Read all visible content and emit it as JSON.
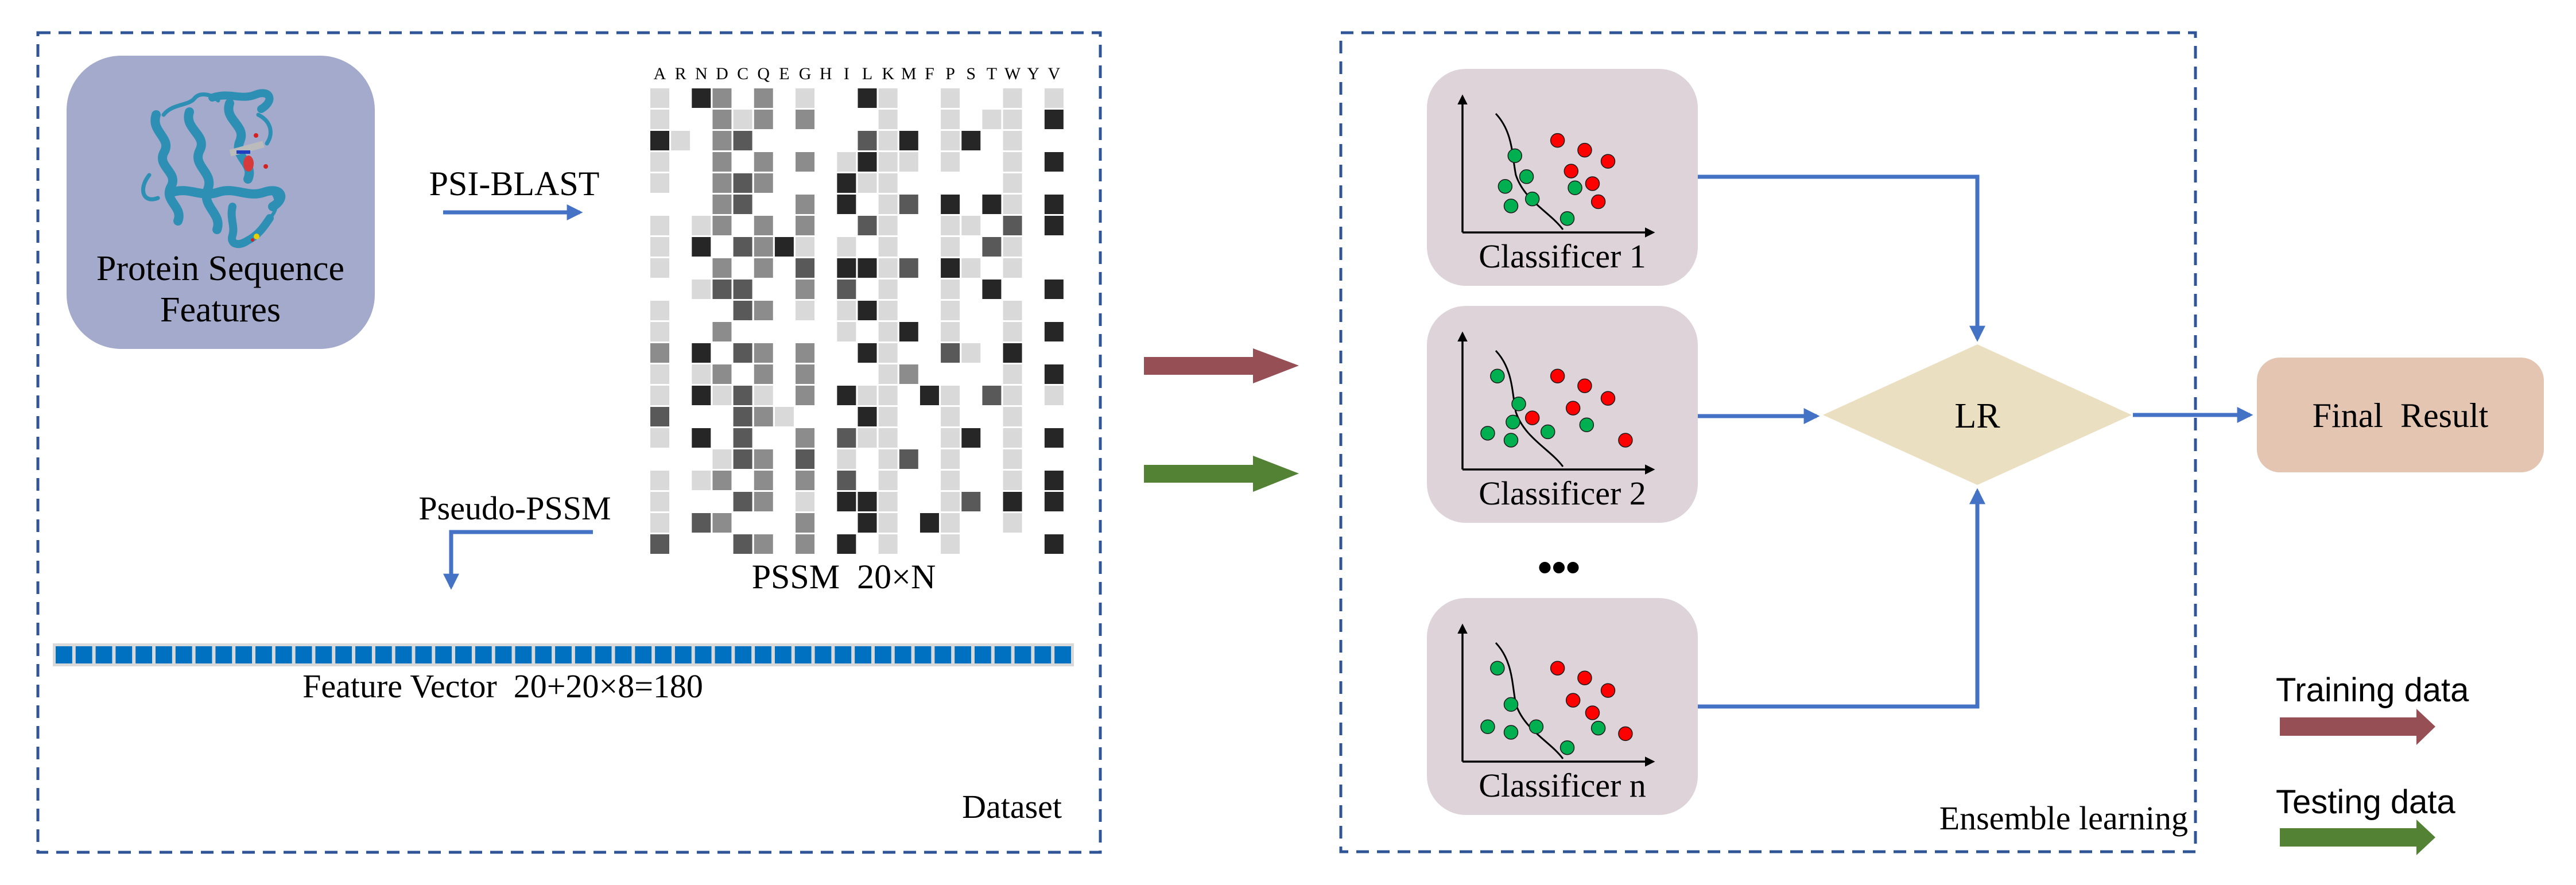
{
  "figure": {
    "sections": {
      "dataset": {
        "label": "Dataset"
      },
      "ensemble": {
        "label": "Ensemble learning"
      }
    },
    "protein_box": {
      "line1": "Protein Sequence",
      "line2": "Features",
      "image": "protein-ribbon-structure"
    },
    "psi_blast": {
      "label": "PSI-BLAST"
    },
    "pssm": {
      "label": "PSSM  20×N",
      "amino_acids": [
        "A",
        "R",
        "N",
        "D",
        "C",
        "Q",
        "E",
        "G",
        "H",
        "I",
        "L",
        "K",
        "M",
        "F",
        "P",
        "S",
        "T",
        "W",
        "Y",
        "V"
      ],
      "shade_levels": [
        "#ffffff",
        "#d9d9d9",
        "#8c8c8c",
        "#595959",
        "#262626"
      ],
      "grid": [
        [
          1,
          0,
          4,
          2,
          0,
          2,
          0,
          1,
          0,
          0,
          4,
          1,
          0,
          0,
          1,
          0,
          0,
          1,
          0,
          1
        ],
        [
          1,
          0,
          0,
          2,
          1,
          2,
          0,
          2,
          0,
          0,
          0,
          1,
          0,
          0,
          1,
          0,
          1,
          1,
          0,
          4
        ],
        [
          4,
          1,
          0,
          2,
          3,
          0,
          0,
          0,
          0,
          0,
          3,
          1,
          4,
          0,
          1,
          4,
          0,
          1,
          0,
          0
        ],
        [
          1,
          0,
          0,
          2,
          0,
          2,
          0,
          2,
          0,
          1,
          4,
          1,
          1,
          0,
          1,
          0,
          0,
          1,
          0,
          4
        ],
        [
          1,
          0,
          0,
          2,
          3,
          2,
          0,
          0,
          0,
          4,
          1,
          1,
          0,
          0,
          0,
          0,
          0,
          1,
          0,
          0
        ],
        [
          0,
          0,
          0,
          2,
          3,
          0,
          0,
          2,
          0,
          4,
          0,
          1,
          3,
          0,
          4,
          0,
          4,
          1,
          0,
          4
        ],
        [
          1,
          0,
          1,
          2,
          0,
          2,
          0,
          2,
          0,
          0,
          3,
          1,
          0,
          0,
          1,
          1,
          0,
          3,
          0,
          4
        ],
        [
          1,
          0,
          4,
          0,
          3,
          2,
          4,
          1,
          0,
          1,
          0,
          1,
          0,
          0,
          1,
          0,
          3,
          1,
          0,
          0
        ],
        [
          1,
          0,
          0,
          2,
          0,
          2,
          0,
          3,
          0,
          4,
          4,
          1,
          3,
          0,
          4,
          1,
          0,
          1,
          0,
          0
        ],
        [
          0,
          0,
          1,
          3,
          3,
          0,
          0,
          2,
          0,
          3,
          0,
          1,
          0,
          0,
          1,
          0,
          4,
          0,
          0,
          4
        ],
        [
          1,
          0,
          0,
          0,
          3,
          2,
          0,
          1,
          0,
          1,
          4,
          1,
          0,
          0,
          1,
          0,
          0,
          1,
          0,
          0
        ],
        [
          1,
          0,
          0,
          2,
          0,
          0,
          0,
          0,
          0,
          1,
          0,
          1,
          4,
          0,
          1,
          0,
          0,
          1,
          0,
          4
        ],
        [
          2,
          0,
          4,
          0,
          3,
          2,
          0,
          2,
          0,
          0,
          4,
          1,
          0,
          0,
          3,
          1,
          0,
          4,
          0,
          0
        ],
        [
          1,
          0,
          1,
          2,
          0,
          2,
          0,
          2,
          0,
          0,
          0,
          1,
          2,
          0,
          0,
          0,
          0,
          1,
          0,
          4
        ],
        [
          1,
          0,
          4,
          1,
          3,
          1,
          0,
          2,
          0,
          4,
          1,
          1,
          0,
          4,
          1,
          0,
          3,
          1,
          0,
          1
        ],
        [
          3,
          0,
          0,
          0,
          3,
          2,
          1,
          0,
          0,
          0,
          4,
          1,
          0,
          0,
          1,
          0,
          0,
          1,
          0,
          0
        ],
        [
          1,
          0,
          4,
          0,
          3,
          0,
          0,
          2,
          0,
          3,
          1,
          1,
          0,
          0,
          1,
          4,
          0,
          1,
          0,
          4
        ],
        [
          0,
          0,
          0,
          1,
          3,
          2,
          0,
          3,
          0,
          1,
          0,
          1,
          3,
          0,
          1,
          0,
          0,
          1,
          0,
          0
        ],
        [
          1,
          0,
          1,
          2,
          0,
          2,
          0,
          2,
          0,
          3,
          0,
          1,
          0,
          0,
          1,
          0,
          0,
          1,
          0,
          4
        ],
        [
          1,
          0,
          0,
          0,
          3,
          2,
          0,
          1,
          0,
          4,
          4,
          1,
          0,
          0,
          1,
          3,
          0,
          4,
          0,
          4
        ],
        [
          1,
          0,
          3,
          2,
          0,
          0,
          0,
          2,
          0,
          0,
          4,
          1,
          0,
          4,
          1,
          0,
          0,
          1,
          0,
          0
        ],
        [
          3,
          0,
          0,
          0,
          3,
          2,
          0,
          2,
          0,
          4,
          0,
          1,
          0,
          0,
          1,
          0,
          0,
          0,
          0,
          4
        ]
      ]
    },
    "pseudo_pssm": {
      "label": "Pseudo-PSSM"
    },
    "feature_vector": {
      "label": "Feature Vector  20+20×8=180",
      "segments": 51,
      "segment_color": "#0070c0",
      "track_color": "#d9d9d9"
    },
    "data_arrows": {
      "training_color": "#954f55",
      "testing_color": "#548235"
    },
    "classifiers": [
      {
        "label": "Classificer 1",
        "points": [
          {
            "c": "g",
            "x": 0.27,
            "y": 0.55
          },
          {
            "c": "g",
            "x": 0.33,
            "y": 0.4
          },
          {
            "c": "g",
            "x": 0.22,
            "y": 0.33
          },
          {
            "c": "g",
            "x": 0.36,
            "y": 0.24
          },
          {
            "c": "g",
            "x": 0.25,
            "y": 0.19
          },
          {
            "c": "g",
            "x": 0.58,
            "y": 0.32
          },
          {
            "c": "g",
            "x": 0.54,
            "y": 0.1
          },
          {
            "c": "r",
            "x": 0.49,
            "y": 0.66
          },
          {
            "c": "r",
            "x": 0.63,
            "y": 0.59
          },
          {
            "c": "r",
            "x": 0.75,
            "y": 0.51
          },
          {
            "c": "r",
            "x": 0.56,
            "y": 0.44
          },
          {
            "c": "r",
            "x": 0.67,
            "y": 0.35
          },
          {
            "c": "r",
            "x": 0.7,
            "y": 0.22
          }
        ]
      },
      {
        "label": "Classificer 2",
        "points": [
          {
            "c": "g",
            "x": 0.18,
            "y": 0.67
          },
          {
            "c": "g",
            "x": 0.29,
            "y": 0.47
          },
          {
            "c": "g",
            "x": 0.26,
            "y": 0.34
          },
          {
            "c": "g",
            "x": 0.13,
            "y": 0.26
          },
          {
            "c": "g",
            "x": 0.25,
            "y": 0.21
          },
          {
            "c": "g",
            "x": 0.44,
            "y": 0.27
          },
          {
            "c": "g",
            "x": 0.64,
            "y": 0.32
          },
          {
            "c": "r",
            "x": 0.49,
            "y": 0.67
          },
          {
            "c": "r",
            "x": 0.63,
            "y": 0.6
          },
          {
            "c": "r",
            "x": 0.75,
            "y": 0.51
          },
          {
            "c": "r",
            "x": 0.57,
            "y": 0.44
          },
          {
            "c": "r",
            "x": 0.36,
            "y": 0.37
          },
          {
            "c": "r",
            "x": 0.84,
            "y": 0.21
          }
        ]
      },
      {
        "label": "Classificer n",
        "points": [
          {
            "c": "g",
            "x": 0.18,
            "y": 0.67
          },
          {
            "c": "g",
            "x": 0.25,
            "y": 0.41
          },
          {
            "c": "g",
            "x": 0.13,
            "y": 0.25
          },
          {
            "c": "g",
            "x": 0.25,
            "y": 0.21
          },
          {
            "c": "g",
            "x": 0.38,
            "y": 0.25
          },
          {
            "c": "g",
            "x": 0.7,
            "y": 0.24
          },
          {
            "c": "g",
            "x": 0.54,
            "y": 0.1
          },
          {
            "c": "r",
            "x": 0.49,
            "y": 0.67
          },
          {
            "c": "r",
            "x": 0.63,
            "y": 0.6
          },
          {
            "c": "r",
            "x": 0.75,
            "y": 0.51
          },
          {
            "c": "r",
            "x": 0.57,
            "y": 0.44
          },
          {
            "c": "r",
            "x": 0.67,
            "y": 0.35
          },
          {
            "c": "r",
            "x": 0.84,
            "y": 0.2
          }
        ]
      }
    ],
    "ellipsis": "•••",
    "point_colors": {
      "g": "#00b050",
      "r": "#ff0000"
    },
    "meta_learner": {
      "label": "LR"
    },
    "final_result": {
      "label": "Final  Result"
    },
    "legend": {
      "training_label": "Training data",
      "testing_label": "Testing data"
    },
    "colors": {
      "border": "#2f5597",
      "flow": "#4472c4",
      "protein_box": "#a3aacb",
      "classifier_box": "#ddd3d8",
      "lr_diamond": "#ebdfc1",
      "final_box": "#e3c5b2"
    }
  }
}
